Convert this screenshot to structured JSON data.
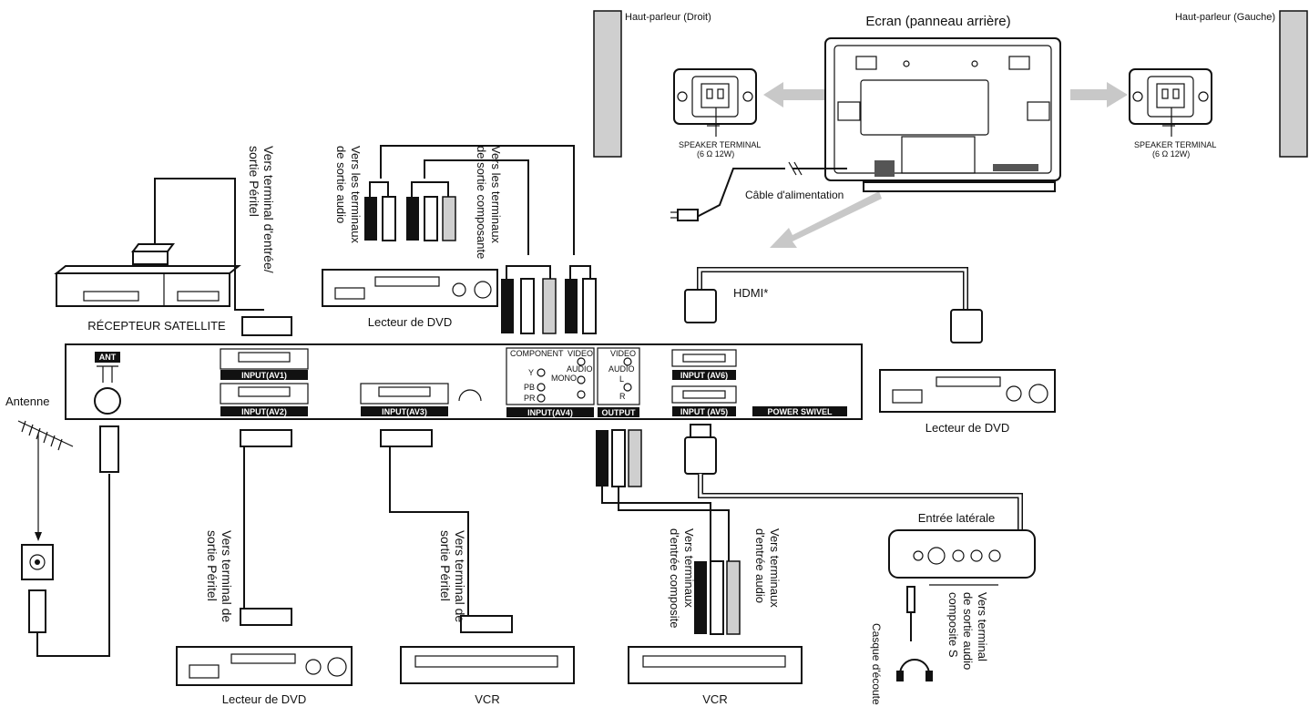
{
  "labels": {
    "speaker_right": "Haut-parleur (Droit)",
    "speaker_left": "Haut-parleur (Gauche)",
    "screen_back": "Ecran (panneau arrière)",
    "speaker_terminal": "SPEAKER TERMINAL",
    "speaker_spec": "(6 Ω 12W)",
    "power_cable": "Câble d'alimentation",
    "hdmi": "HDMI*",
    "satellite": "RÉCEPTEUR SATELLITE",
    "dvd_top": "Lecteur de DVD",
    "dvd_right": "Lecteur de DVD",
    "dvd_bottom": "Lecteur de DVD",
    "vcr_middle": "VCR",
    "vcr_right": "VCR",
    "antenna": "Antenne",
    "side_input": "Entrée latérale",
    "headphones": "Casque d'écoute",
    "to_scart_io": [
      "Vers terminal d'entrée/",
      "sortie Péritel"
    ],
    "to_audio_out": [
      "Vers les terminaux",
      "de sortie audio"
    ],
    "to_component_out": [
      "Vers les terminaux",
      "de sortie composante"
    ],
    "to_scart_out_1": [
      "Vers terminal de",
      "sortie Péritel"
    ],
    "to_scart_out_2": [
      "Vers terminal de",
      "sortie Péritel"
    ],
    "to_composite_in": [
      "Vers terminaux",
      "d'entrée composite"
    ],
    "to_audio_in": [
      "Vers terminaux",
      "d'entrée audio"
    ],
    "to_s_composite_out": [
      "Vers terminal",
      "de sortie audio",
      "composite S"
    ]
  },
  "panel": {
    "ant": "ANT",
    "av1": "INPUT(AV1)",
    "av2": "INPUT(AV2)",
    "av3": "INPUT(AV3)",
    "av4": "INPUT(AV4)",
    "output": "OUTPUT",
    "av6": "INPUT (AV6)",
    "av5": "INPUT (AV5)",
    "power_swivel": "POWER SWIVEL",
    "component": "COMPONENT",
    "video": "VIDEO",
    "audio": "AUDIO",
    "mono": "MONO",
    "y": "Y",
    "pb": "PB",
    "pr": "PR",
    "l": "L",
    "r": "R"
  }
}
